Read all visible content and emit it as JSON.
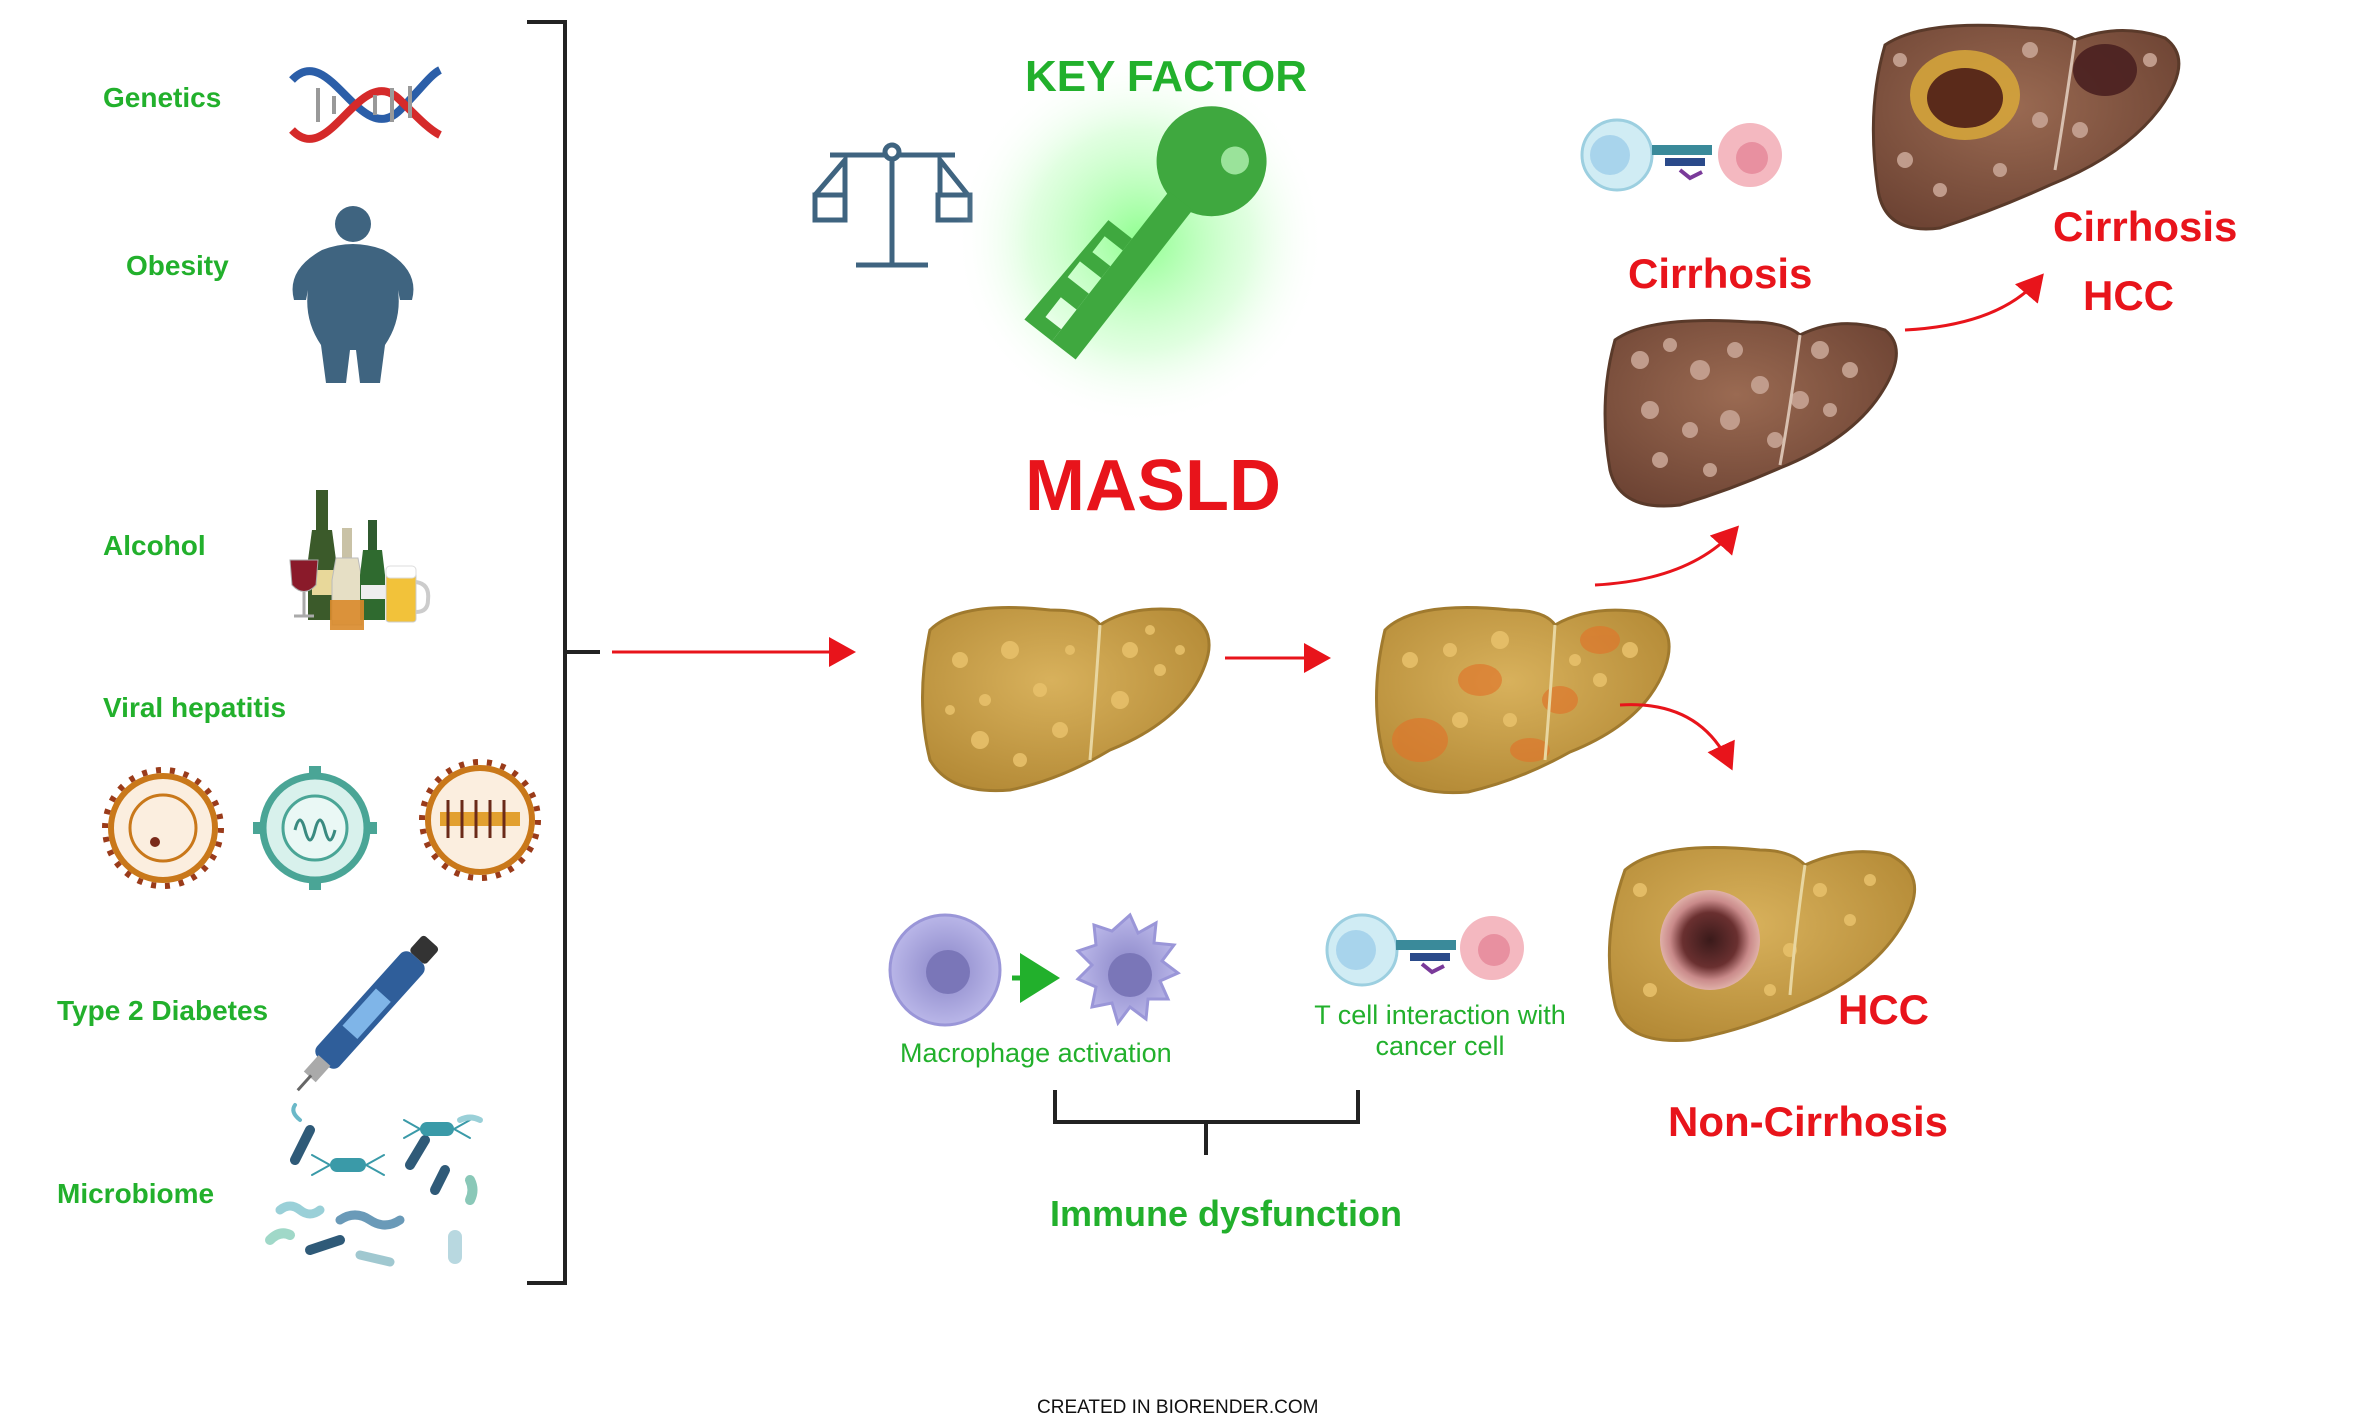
{
  "risk_factors": [
    {
      "label": "Genetics",
      "icon": "dna-icon"
    },
    {
      "label": "Obesity",
      "icon": "obese-person-icon"
    },
    {
      "label": "Alcohol",
      "icon": "alcohol-bottles-icon"
    },
    {
      "label": "Viral hepatitis",
      "icon": "virus-icon"
    },
    {
      "label": "Type 2 Diabetes",
      "icon": "insulin-pen-icon"
    },
    {
      "label": "Microbiome",
      "icon": "bacteria-icon"
    }
  ],
  "key_factor": {
    "label": "KEY FACTOR",
    "icon": "key-icon",
    "balance_icon": "balance-scale-icon"
  },
  "masld": {
    "label": "MASLD"
  },
  "immune": {
    "macrophage_label": "Macrophage activation",
    "tcell_label_line1": "T cell interaction with",
    "tcell_label_line2": "cancer cell",
    "group_label": "Immune dysfunction"
  },
  "outcomes": {
    "cirrhosis_label": "Cirrhosis",
    "cirrhosis_hcc_line1": "Cirrhosis",
    "cirrhosis_hcc_line2": "HCC",
    "noncirrhosis_hcc_label": "HCC",
    "noncirrhosis_label": "Non-Cirrhosis"
  },
  "footer": {
    "credit": "CREATED IN BIORENDER.COM"
  },
  "colors": {
    "green": "#22b02c",
    "red": "#e8141b",
    "liver_fatty": "#c9a04a",
    "liver_cirrhotic": "#8a5a45",
    "icon_blue": "#3f6480"
  }
}
